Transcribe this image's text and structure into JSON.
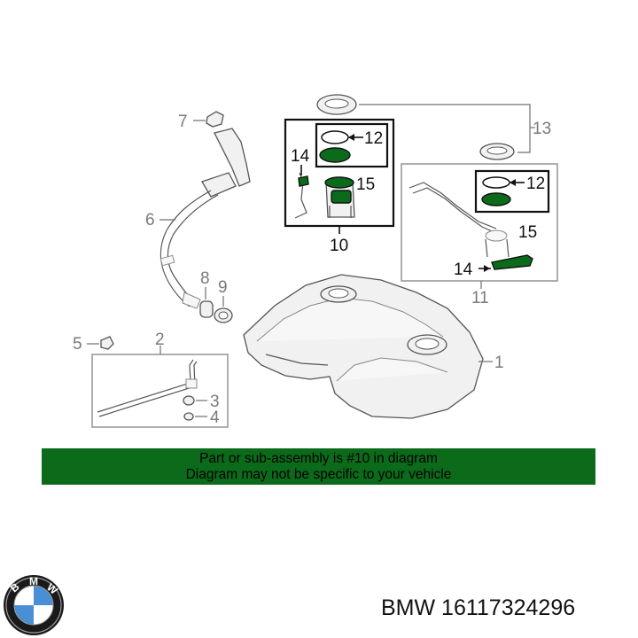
{
  "callouts": {
    "c1": "1",
    "c2": "2",
    "c3": "3",
    "c4": "4",
    "c5": "5",
    "c6": "6",
    "c7": "7",
    "c8": "8",
    "c9": "9",
    "c10": "10",
    "c11": "11",
    "c12a": "12",
    "c12b": "12",
    "c13": "13",
    "c14a": "14",
    "c14b": "14",
    "c15a": "15",
    "c15b": "15"
  },
  "notice": {
    "line1": "Part or sub-assembly is #10 in diagram",
    "line2": "Diagram may not be specific to your vehicle"
  },
  "footer": {
    "part_number": "BMW 16117324296",
    "logo_letters": [
      "B",
      "M",
      "W"
    ]
  },
  "colors": {
    "highlight_green": "#0b6b1a",
    "logo_blue": "#4a8fd6"
  }
}
